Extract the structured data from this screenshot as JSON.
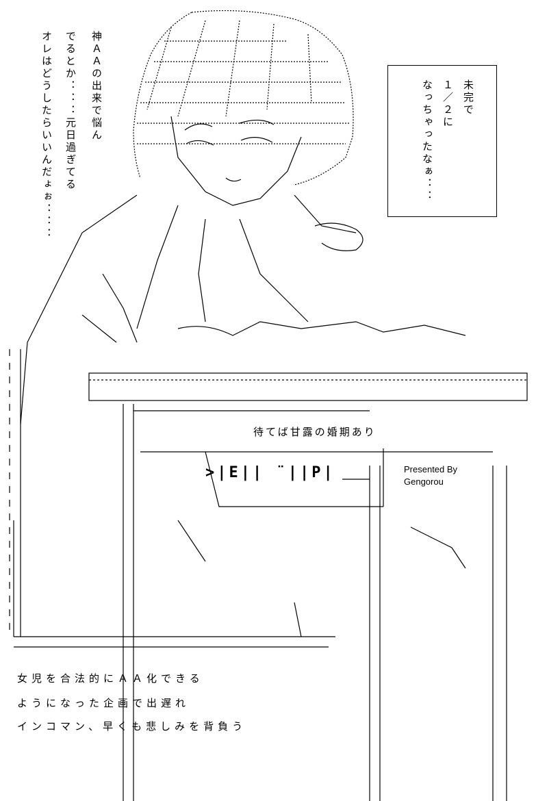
{
  "left_text": {
    "lines": [
      "神ＡＡの出来で悩ん",
      "でるとか：：：元日過ぎてる",
      "オレはどうしたらいいんだょぉ：：："
    ]
  },
  "right_box": {
    "lines": [
      "未完で",
      "１／２に",
      "なっちゃったなぁ：："
    ]
  },
  "banner": {
    "tagline": "待てば甘露の婚期あり",
    "presented_by": "Presented By",
    "author": "Gengorou"
  },
  "bottom_text": {
    "lines": [
      "女児を合法的にＡＡ化できる",
      "ようになった企画で出遅れ",
      "インコマン、早くも悲しみを背負う"
    ]
  },
  "colors": {
    "ink": "#000000",
    "background": "#ffffff"
  }
}
